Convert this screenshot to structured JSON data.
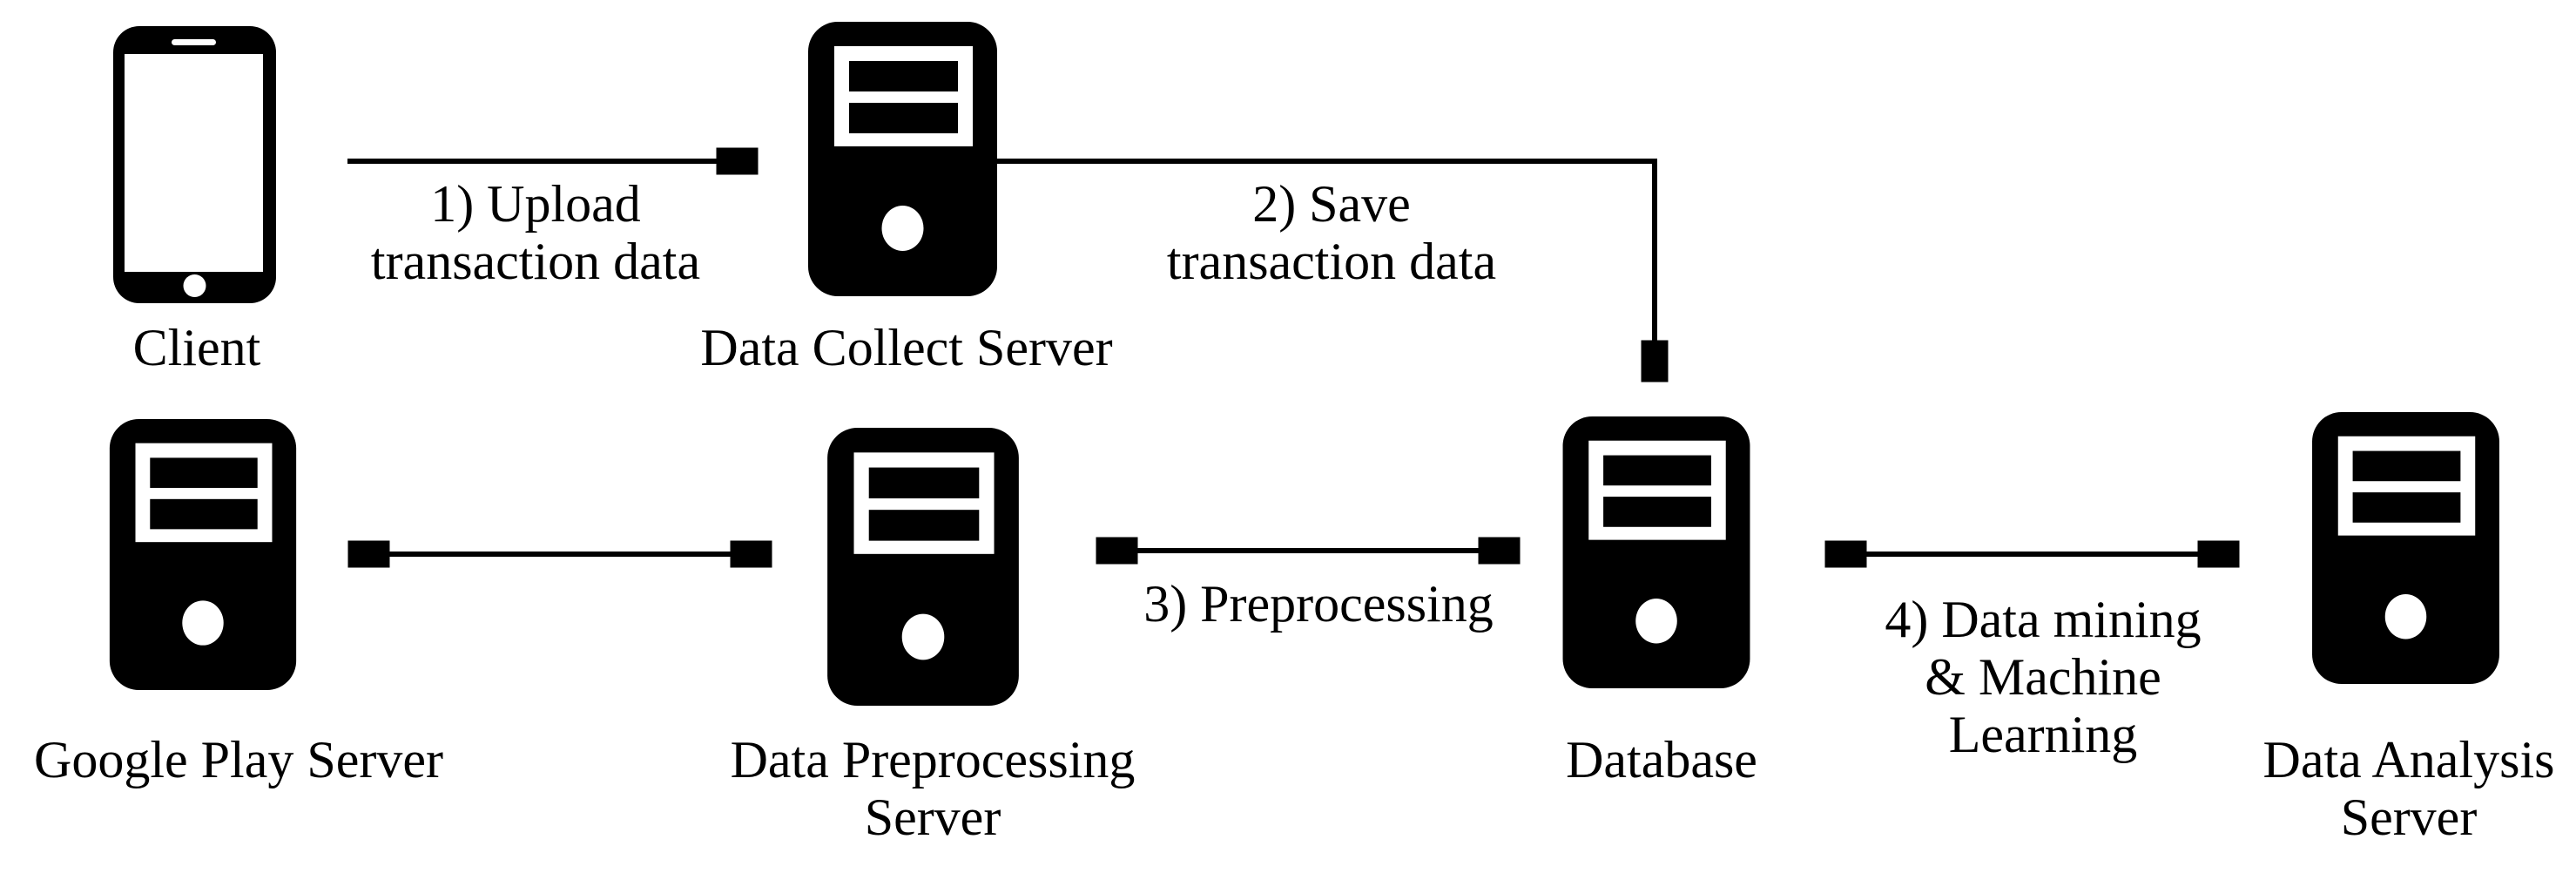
{
  "diagram": {
    "background_color": "#ffffff",
    "ink_color": "#000000",
    "nodes": [
      {
        "id": "client",
        "label": "Client",
        "icon": "smartphone-icon"
      },
      {
        "id": "data_collect_server",
        "label": "Data Collect Server",
        "icon": "server-tower-icon"
      },
      {
        "id": "google_play_server",
        "label": "Google Play Server",
        "icon": "server-tower-icon"
      },
      {
        "id": "data_preprocessing_server",
        "label": "Data Preprocessing\nServer",
        "icon": "server-tower-icon"
      },
      {
        "id": "database",
        "label": "Database",
        "icon": "server-tower-icon"
      },
      {
        "id": "data_analysis_server",
        "label": "Data Analysis\nServer",
        "icon": "server-tower-icon"
      }
    ],
    "edges": [
      {
        "id": "upload",
        "label": "1) Upload\ntransaction data",
        "from": "Client",
        "to": "Data Collect Server",
        "arrows": "one-way"
      },
      {
        "id": "save",
        "label": "2) Save\ntransaction data",
        "from": "Data Collect Server",
        "to": "Database",
        "arrows": "one-way"
      },
      {
        "id": "google_play_link",
        "label": "",
        "from": "Google Play Server",
        "to": "Data Preprocessing Server",
        "arrows": "two-way"
      },
      {
        "id": "preprocessing",
        "label": "3) Preprocessing",
        "from": "Data Preprocessing Server",
        "to": "Database",
        "arrows": "two-way"
      },
      {
        "id": "data_mining",
        "label": "4) Data mining\n& Machine\nLearning",
        "from": "Database",
        "to": "Data Analysis Server",
        "arrows": "two-way"
      }
    ]
  }
}
